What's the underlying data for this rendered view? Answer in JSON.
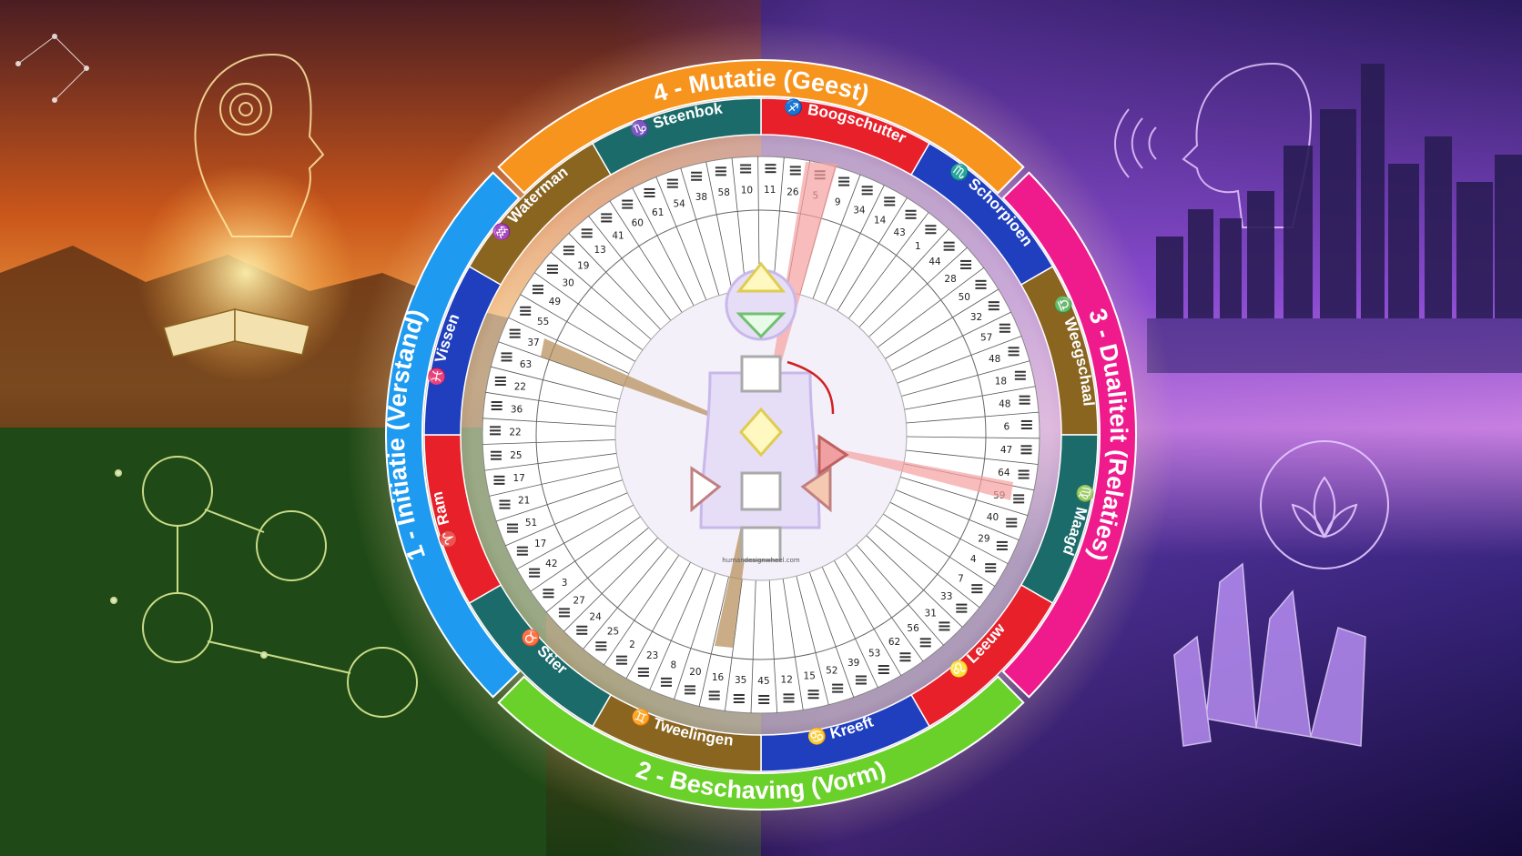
{
  "quarters": [
    {
      "label": "1 - Initiatie (Verstand)",
      "color": "#1e9bf0"
    },
    {
      "label": "2 - Beschaving (Vorm)",
      "color": "#6ad02a"
    },
    {
      "label": "3 - Dualiteit (Relaties)",
      "color": "#ef1b8c"
    },
    {
      "label": "4 - Mutatie (Geest)",
      "color": "#f7941d"
    }
  ],
  "signs": [
    {
      "name": "Boogschutter",
      "glyph": "♐",
      "color": "#e8202a"
    },
    {
      "name": "Schorpioen",
      "glyph": "♏",
      "color": "#1f3fbf"
    },
    {
      "name": "Weegschaal",
      "glyph": "♎",
      "color": "#8a6520"
    },
    {
      "name": "Maagd",
      "glyph": "♍",
      "color": "#1c6b6b"
    },
    {
      "name": "Leeuw",
      "glyph": "♌",
      "color": "#e8202a"
    },
    {
      "name": "Kreeft",
      "glyph": "♋",
      "color": "#1f3fbf"
    },
    {
      "name": "Tweelingen",
      "glyph": "♊",
      "color": "#8a6520"
    },
    {
      "name": "Stier",
      "glyph": "♉",
      "color": "#1c6b6b"
    },
    {
      "name": "Ram",
      "glyph": "♈",
      "color": "#e8202a"
    },
    {
      "name": "Vissen",
      "glyph": "♓",
      "color": "#1f3fbf"
    },
    {
      "name": "Waterman",
      "glyph": "♒",
      "color": "#8a6520"
    },
    {
      "name": "Steenbok",
      "glyph": "♑",
      "color": "#1c6b6b"
    }
  ],
  "gates": [
    "10",
    "11",
    "26",
    "5",
    "9",
    "34",
    "14",
    "43",
    "1",
    "44",
    "28",
    "50",
    "32",
    "57",
    "48",
    "18",
    "48",
    "6",
    "47",
    "64",
    "59",
    "40",
    "29",
    "4",
    "7",
    "33",
    "31",
    "56",
    "62",
    "53",
    "39",
    "52",
    "15",
    "12",
    "45",
    "35",
    "16",
    "20",
    "8",
    "23",
    "2",
    "25",
    "24",
    "27",
    "3",
    "42",
    "17",
    "51",
    "21",
    "17",
    "25",
    "22",
    "36",
    "22",
    "63",
    "37",
    "55",
    "49",
    "30",
    "19",
    "13",
    "41",
    "60",
    "61",
    "54",
    "38",
    "58"
  ],
  "chart_credit": "humandesignwheel.com"
}
